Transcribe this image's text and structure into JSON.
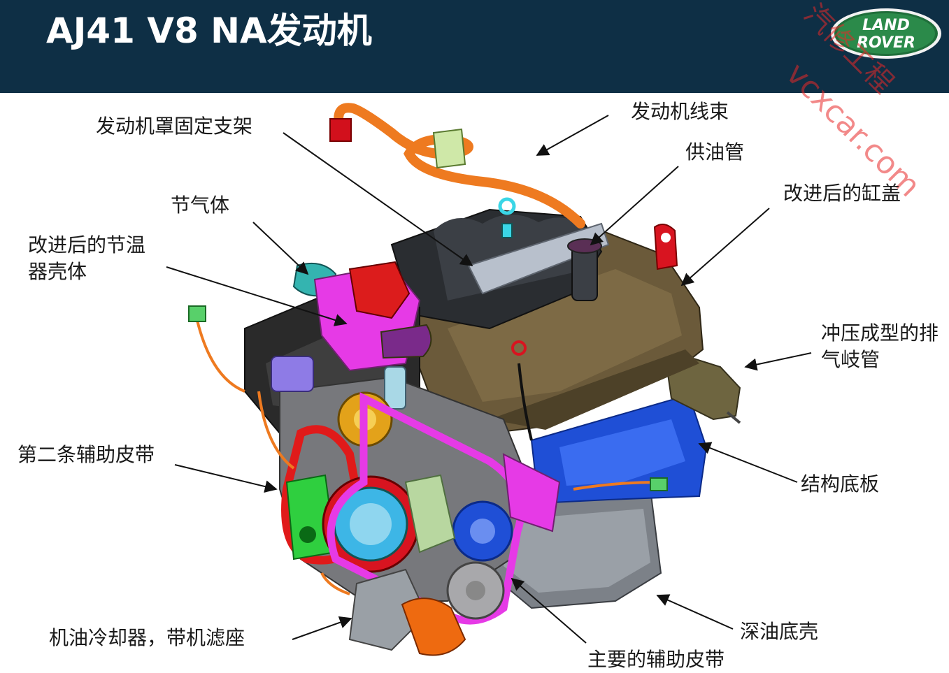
{
  "header": {
    "title": "AJ41 V8 NA发动机",
    "logo_text_top": "LAND",
    "logo_text_bottom": "ROVER",
    "watermark_cn": "汽修工程",
    "watermark_url": "vcxcar.com"
  },
  "colors": {
    "header_bg": "#0e2f45",
    "engine_block": "#6b5a3a",
    "oil_pan": "#8a8f96",
    "sump_plate": "#1f4fd6",
    "belt_primary": "#e01a1a",
    "belt_accent": "#e63ae6",
    "harness": "#ee7a20"
  },
  "labels": {
    "bracket": "发动机罩固定支架",
    "harness": "发动机线束",
    "fuel_line": "供油管",
    "cover": "改进后的缸盖",
    "throttle": "节气体",
    "thermostat": "改进后的节温\n器壳体",
    "exhaust": "冲压成型的排\n气岐管",
    "second_belt": "第二条辅助皮带",
    "plate": "结构底板",
    "oil_cooler": "机油冷却器，带机滤座",
    "sump": "深油底壳",
    "main_belt": "主要的辅助皮带"
  }
}
